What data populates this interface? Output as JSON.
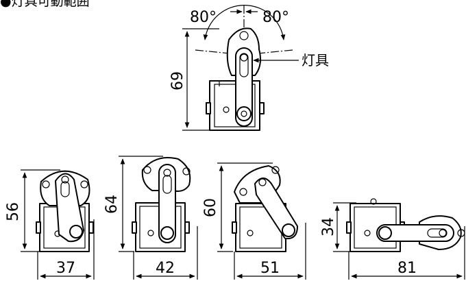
{
  "title": "●灯具可動範囲",
  "top": {
    "angle_left": "80°",
    "angle_right": "80°",
    "height": "69",
    "lamp_label": "灯具"
  },
  "views": [
    {
      "height": "56",
      "width": "37"
    },
    {
      "height": "64",
      "width": "42"
    },
    {
      "height": "60",
      "width": "51"
    },
    {
      "height": "34",
      "width": "81"
    }
  ]
}
